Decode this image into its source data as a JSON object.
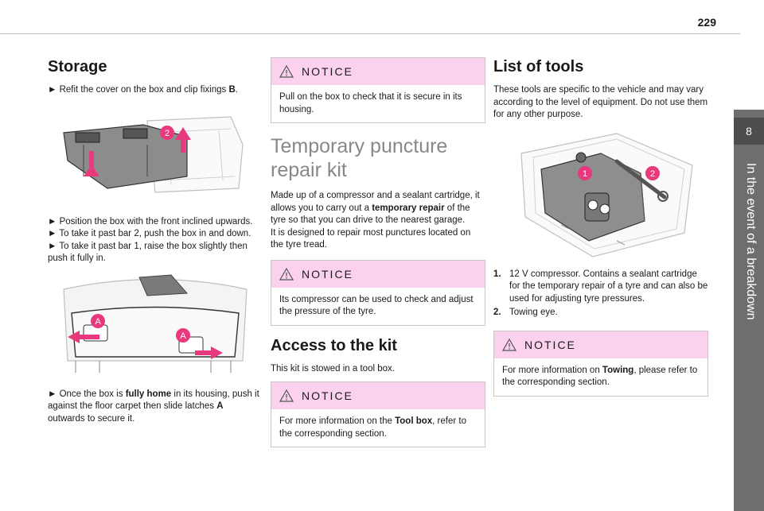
{
  "page": {
    "number": "229"
  },
  "chapter": {
    "number": "8",
    "title": "In the event of a breakdown"
  },
  "storage": {
    "title": "Storage",
    "step1": {
      "pre": "► Refit the cover on the box and clip fixings ",
      "bold": "B",
      "post": "."
    },
    "steps2": [
      "► Position the box with the front inclined upwards.",
      "► To take it past bar 2, push the box in and down.",
      "► To take it past bar 1, raise the box slightly then push it fully in."
    ],
    "step3": {
      "pre": "► Once the box is ",
      "bold": "fully home",
      "mid": " in its housing, push it against the floor carpet then slide latches ",
      "bold2": "A",
      "post": " outwards to secure it."
    },
    "callouts": {
      "one": "2",
      "two": "A",
      "three": "A"
    }
  },
  "notice1": {
    "title": "NOTICE",
    "text": "Pull on the box to check that it is secure in its housing."
  },
  "kit": {
    "title_line1": "Temporary puncture",
    "title_line2": "repair kit",
    "desc_pre": "Made up of a compressor and a sealant cartridge, it allows you to carry out a ",
    "desc_bold": "temporary repair",
    "desc_post": " of the tyre so that you can drive to the nearest garage.",
    "desc2": "It is designed to repair most punctures located on the tyre tread."
  },
  "notice2": {
    "title": "NOTICE",
    "text": "Its compressor can be used to check and adjust the pressure of the tyre."
  },
  "access": {
    "title": "Access to the kit",
    "text": "This kit is stowed in a tool box."
  },
  "notice3": {
    "title": "NOTICE",
    "pre": "For more information on the ",
    "bold": "Tool box",
    "post": ", refer to the corresponding section."
  },
  "tools": {
    "title": "List of tools",
    "intro": "These tools are specific to the vehicle and may vary according to the level of equipment. Do not use them for any other purpose.",
    "items": [
      {
        "num": "1.",
        "text": "12 V compressor. Contains a sealant cartridge for the temporary repair of a tyre and can also be used for adjusting tyre pressures."
      },
      {
        "num": "2.",
        "text": "Towing eye."
      }
    ],
    "callouts": {
      "one": "1",
      "two": "2"
    }
  },
  "notice4": {
    "title": "NOTICE",
    "pre": "For more information on ",
    "bold": "Towing",
    "post": ", please refer to the corresponding section."
  },
  "colors": {
    "notice_band": "#fbd1ee",
    "callout": "#e8397d",
    "sidebar": "#6e6e6e"
  },
  "icons": {
    "warning": "warning-triangle-icon"
  }
}
